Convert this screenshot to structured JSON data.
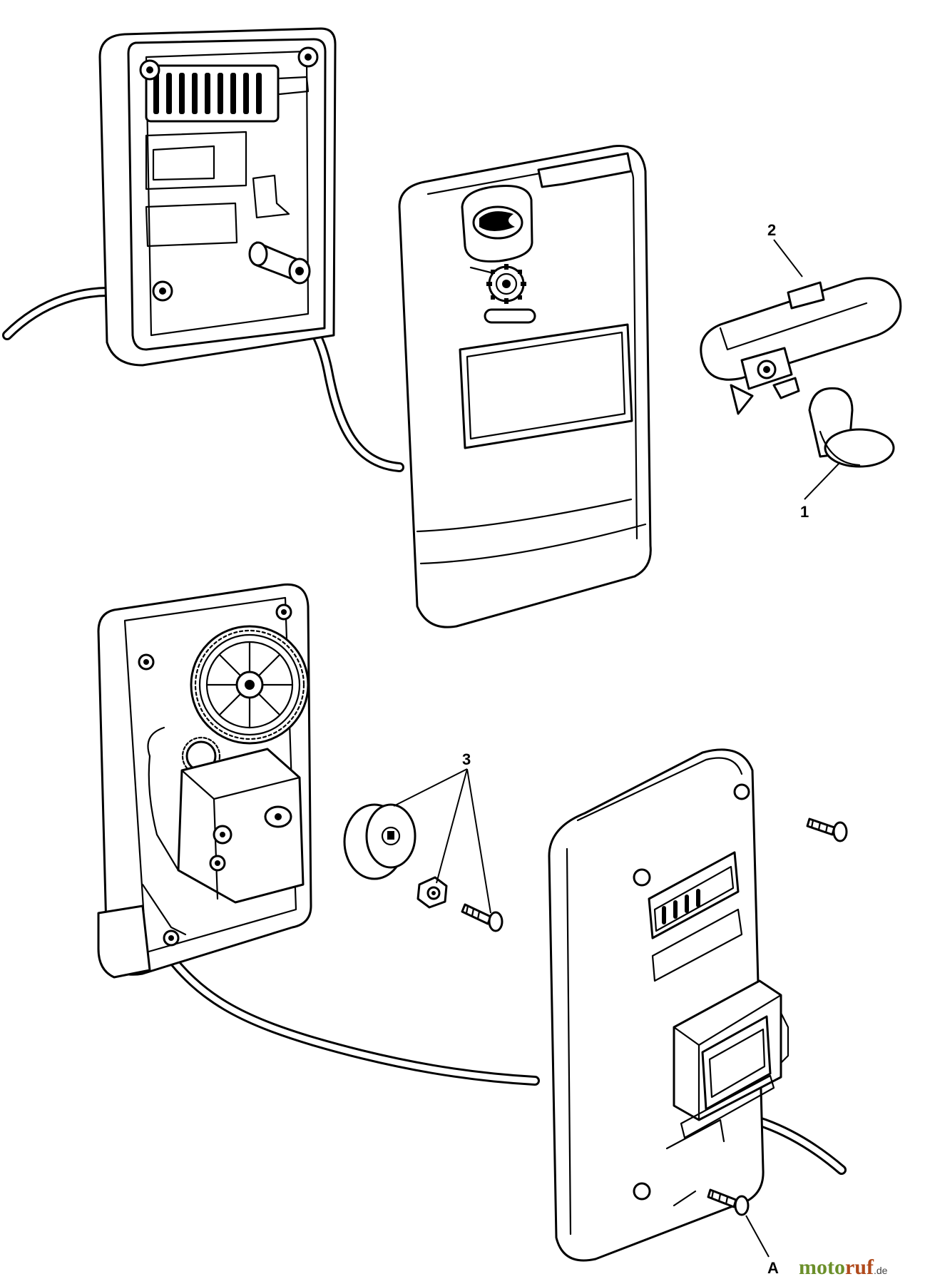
{
  "callouts": {
    "part_1": "1",
    "part_2": "2",
    "part_3": "3",
    "point_a": "A"
  },
  "watermark": {
    "brand_part1": "moto",
    "brand_part2": "ruf",
    "suffix": ".de"
  },
  "colors": {
    "line": "#000000",
    "paper": "#ffffff",
    "watermark_green": "#6b8f2a",
    "watermark_red": "#b04a1c"
  }
}
